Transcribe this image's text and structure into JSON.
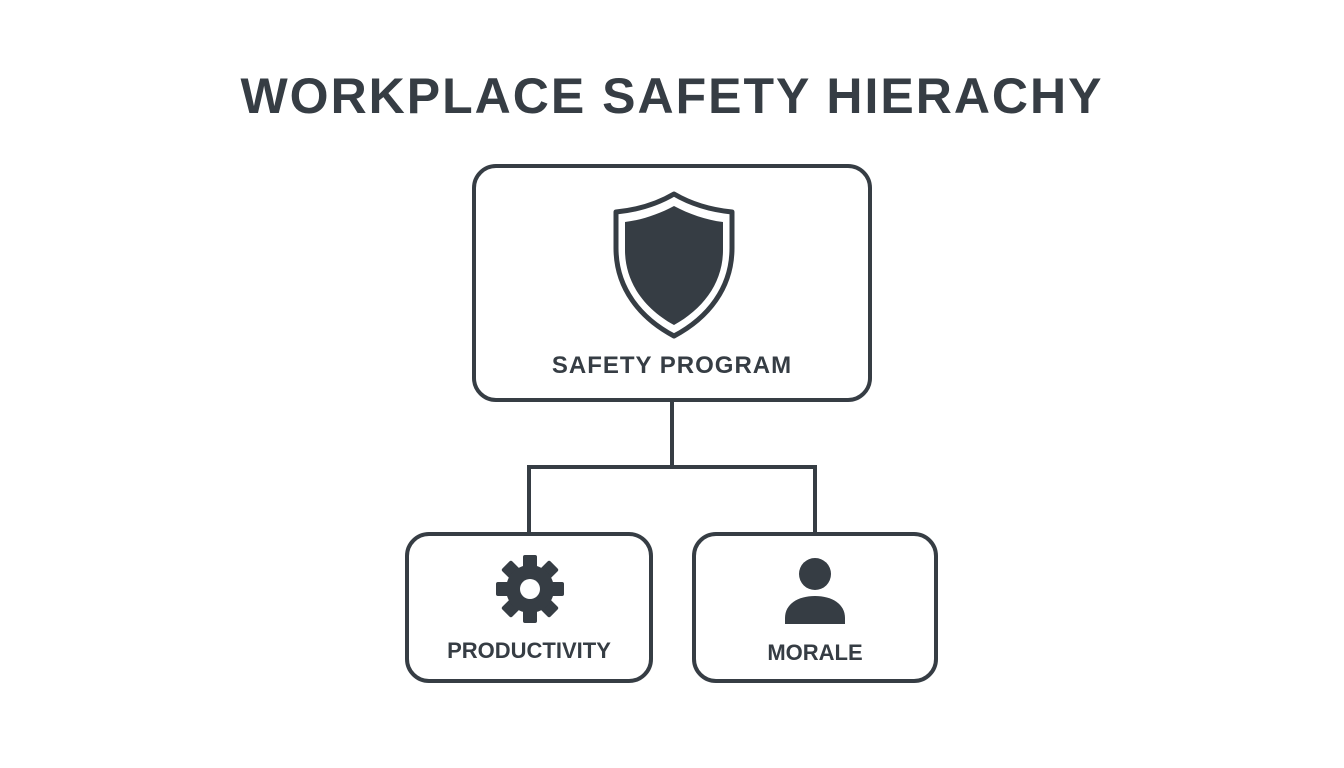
{
  "title": "WORKPLACE SAFETY HIERACHY",
  "colors": {
    "ink": "#363d44",
    "background": "#ffffff"
  },
  "nodes": {
    "root": {
      "label": "SAFETY PROGRAM",
      "icon": "shield-icon"
    },
    "children": [
      {
        "label": "PRODUCTIVITY",
        "icon": "gear-icon"
      },
      {
        "label": "MORALE",
        "icon": "person-icon"
      }
    ]
  }
}
